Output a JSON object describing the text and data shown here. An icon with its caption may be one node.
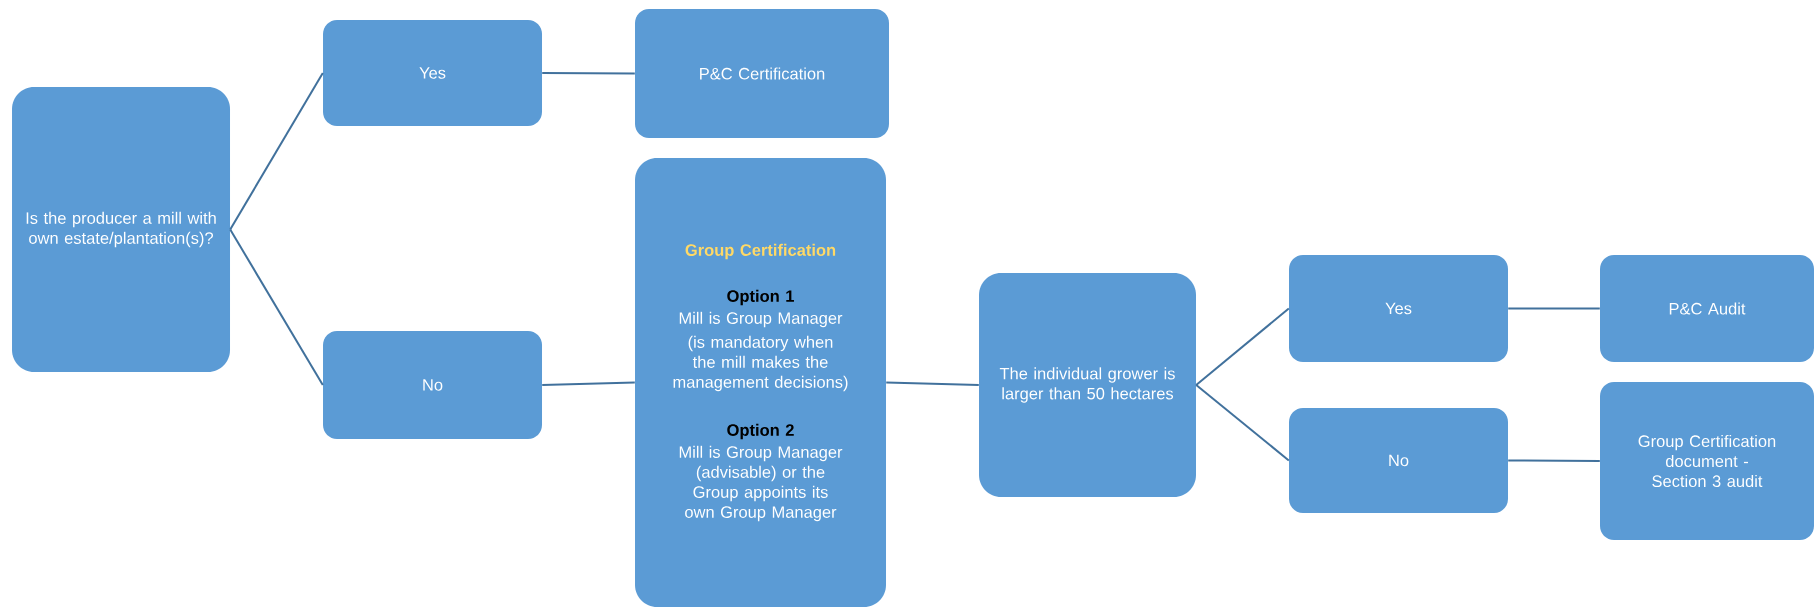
{
  "diagram": {
    "nodes": [
      {
        "text": [
          "Is the producer a mill with own estate/plantation(s)?"
        ]
      },
      {
        "text": [
          "Yes"
        ]
      },
      {
        "text": [
          "P&C Certification"
        ]
      },
      {
        "text": [
          "No"
        ]
      },
      {
        "text": [
          "Group Certification",
          "Option 1",
          "Mill is Group Manager",
          "(is mandatory when the mill makes the management decisions)",
          "Option 2",
          "Mill is Group Manager (advisable) or the Group appoints its own Group Manager"
        ]
      },
      {
        "text": [
          "The  individual grower is larger than 50 hectares"
        ]
      },
      {
        "text": [
          "Yes"
        ]
      },
      {
        "text": [
          "P&C Audit"
        ]
      },
      {
        "text": [
          "No"
        ]
      },
      {
        "text": [
          "Group Certification document - Section 3 audit"
        ]
      }
    ],
    "edges": [
      {
        "from": 0,
        "to": 1,
        "arrow": "none"
      },
      {
        "from": 0,
        "to": 3,
        "arrow": "none"
      },
      {
        "from": 1,
        "to": 2,
        "arrow": "none"
      },
      {
        "from": 3,
        "to": 4,
        "arrow": "none"
      },
      {
        "from": 4,
        "to": 5,
        "arrow": "none"
      },
      {
        "from": 5,
        "to": 6,
        "arrow": "none"
      },
      {
        "from": 5,
        "to": 8,
        "arrow": "none"
      },
      {
        "from": 6,
        "to": 7,
        "arrow": "none"
      },
      {
        "from": 8,
        "to": 9,
        "arrow": "none"
      }
    ]
  }
}
